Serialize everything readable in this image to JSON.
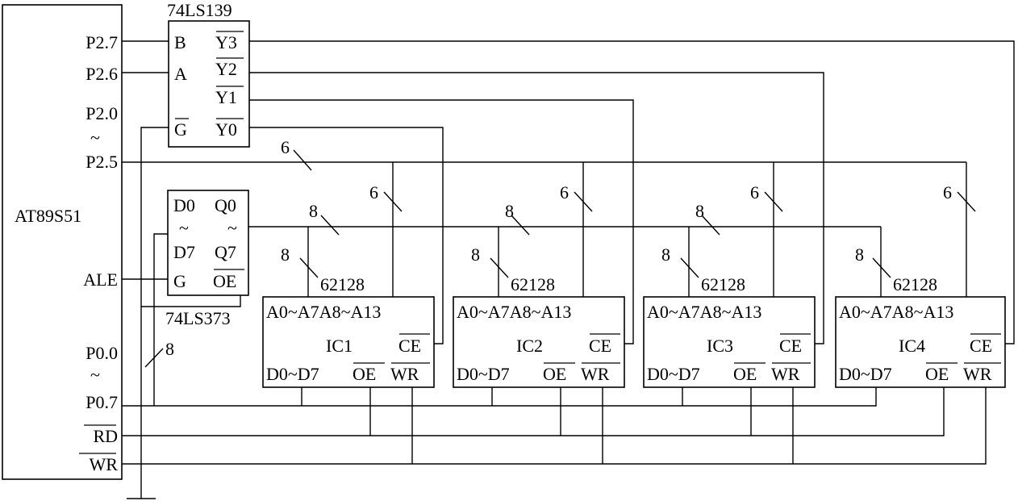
{
  "mcu": {
    "name": "AT89S51",
    "pins": {
      "p27": "P2.7",
      "p26": "P2.6",
      "p20": "P2.0",
      "p25": "P2.5",
      "ale": "ALE",
      "p00": "P0.0",
      "p07": "P0.7",
      "rd": "RD",
      "wr": "WR"
    }
  },
  "decoder": {
    "name": "74LS139",
    "pins": {
      "b": "B",
      "a": "A",
      "g": "G",
      "y3": "Y3",
      "y2": "Y2",
      "y1": "Y1",
      "y0": "Y0"
    }
  },
  "latch": {
    "name": "74LS373",
    "pins": {
      "d0": "D0",
      "d7": "D7",
      "q0": "Q0",
      "q7": "Q7",
      "g": "G",
      "oe": "OE"
    }
  },
  "tilde": "~",
  "memory_type": "62128",
  "memory_pins": {
    "addr": "A0~A7A8~A13",
    "data": "D0~D7",
    "oe": "OE",
    "wr": "WR",
    "ce": "CE"
  },
  "chips": [
    {
      "label": "IC1"
    },
    {
      "label": "IC2"
    },
    {
      "label": "IC3"
    },
    {
      "label": "IC4"
    }
  ],
  "bus_widths": {
    "high_addr": "6",
    "low_addr": "8",
    "data": "8"
  }
}
